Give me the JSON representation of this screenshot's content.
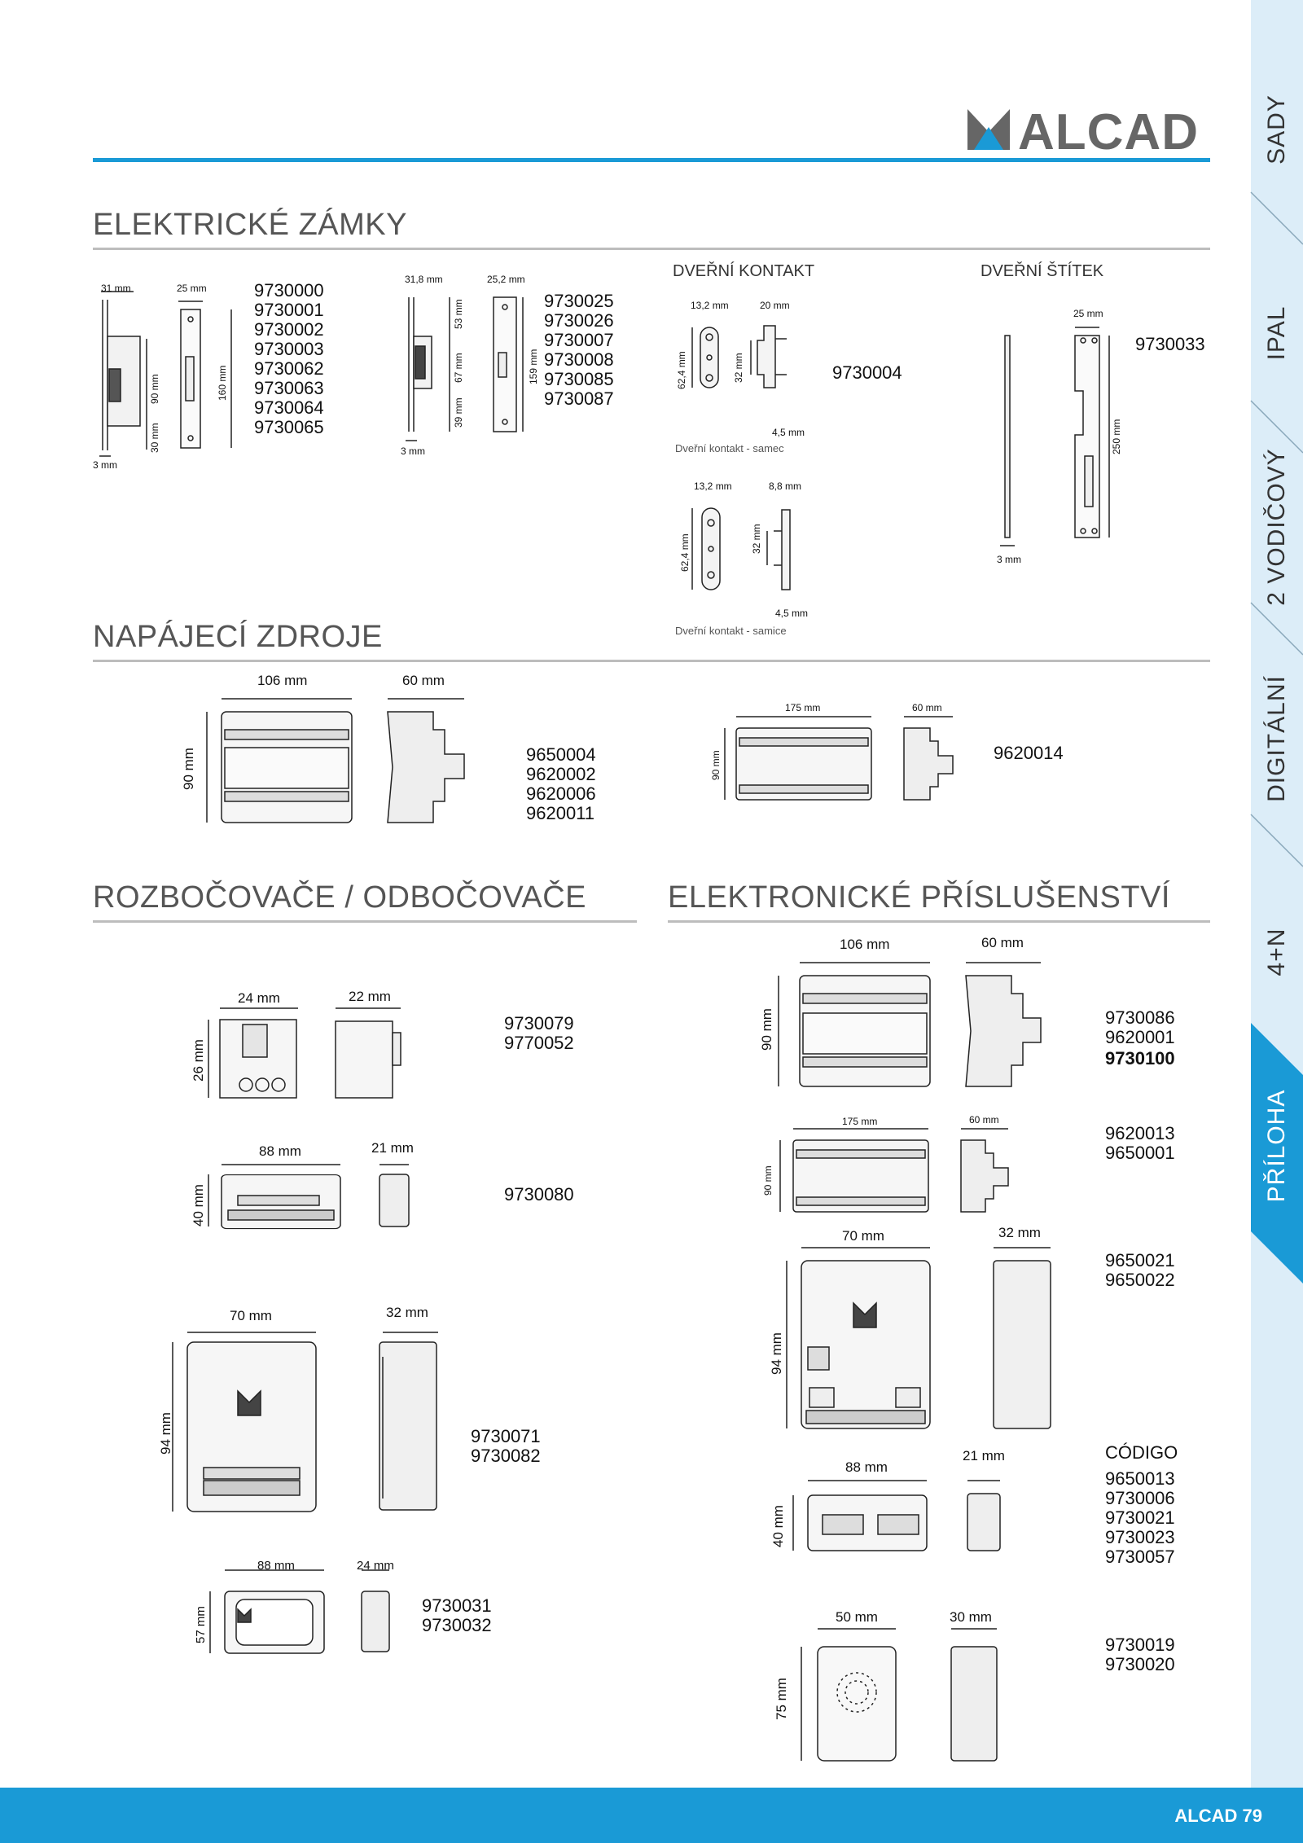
{
  "brand": {
    "logo_text": "ALCAD",
    "accent": "#1a9ad6",
    "tab_bg": "#dcedf8"
  },
  "tabs": [
    {
      "label": "SADY",
      "active": false
    },
    {
      "label": "IPAL",
      "active": false
    },
    {
      "label": "2 VODIČOVÝ",
      "active": false
    },
    {
      "label": "DIGITÁLNÍ",
      "active": false
    },
    {
      "label": "4+N",
      "active": false
    },
    {
      "label": "PŘÍLOHA",
      "active": true
    }
  ],
  "sections": {
    "locks": {
      "title": "ELEKTRICKÉ ZÁMKY",
      "lock1_codes": [
        "9730000",
        "9730001",
        "9730002",
        "9730003",
        "9730062",
        "9730063",
        "9730064",
        "9730065"
      ],
      "lock1_dims": [
        "31 mm",
        "25 mm",
        "90 mm",
        "160 mm",
        "30 mm",
        "3 mm"
      ],
      "lock2_codes": [
        "9730025",
        "9730026",
        "9730007",
        "9730008",
        "9730085",
        "9730087"
      ],
      "lock2_dims": [
        "31,8 mm",
        "25,2 mm",
        "53 mm",
        "67 mm",
        "159 mm",
        "39 mm",
        "3 mm"
      ],
      "door_contact": {
        "title": "DVEŘNÍ KONTAKT",
        "code": "9730004",
        "male_caption": "Dveřní kontakt - samec",
        "female_caption": "Dveřní kontakt - samice",
        "male_dims": [
          "13,2 mm",
          "20 mm",
          "62,4 mm",
          "32 mm",
          "4,5 mm"
        ],
        "female_dims": [
          "13,2 mm",
          "8,8 mm",
          "62,4 mm",
          "32 mm",
          "4,5 mm"
        ]
      },
      "strike_plate": {
        "title": "DVEŘNÍ ŠTÍTEK",
        "code": "9730033",
        "dims": [
          "25 mm",
          "250 mm",
          "3 mm"
        ]
      }
    },
    "power": {
      "title": "NAPÁJECÍ ZDROJE",
      "left_codes": [
        "9650004",
        "9620002",
        "9620006",
        "9620011"
      ],
      "left_dims": [
        "106 mm",
        "60 mm",
        "90 mm"
      ],
      "right_codes": [
        "9620014"
      ],
      "right_dims": [
        "175 mm",
        "60 mm",
        "90 mm"
      ]
    },
    "splitters": {
      "title": "ROZBOČOVAČE / ODBOČOVAČE",
      "item1": {
        "codes": [
          "9730079",
          "9770052"
        ],
        "dims": [
          "24 mm",
          "22 mm",
          "26 mm"
        ]
      },
      "item2": {
        "codes": [
          "9730080"
        ],
        "dims": [
          "88 mm",
          "21 mm",
          "40 mm"
        ]
      },
      "item3": {
        "codes": [
          "9730071",
          "9730082"
        ],
        "dims": [
          "70 mm",
          "32 mm",
          "94 mm"
        ]
      },
      "item4": {
        "codes": [
          "9730031",
          "9730032"
        ],
        "dims": [
          "88 mm",
          "24 mm",
          "57 mm"
        ]
      }
    },
    "accessories": {
      "title": "ELEKTRONICKÉ PŘÍSLUŠENSTVÍ",
      "item1": {
        "codes": [
          "9730086",
          "9620001",
          "9730100"
        ],
        "dims": [
          "106 mm",
          "60 mm",
          "90 mm"
        ]
      },
      "item2": {
        "codes": [
          "9620013",
          "9650001"
        ],
        "dims": [
          "175 mm",
          "60 mm",
          "90 mm"
        ]
      },
      "item3": {
        "codes": [
          "9650021",
          "9650022"
        ],
        "dims": [
          "70 mm",
          "32 mm",
          "94 mm"
        ]
      },
      "item4": {
        "header": "CÓDIGO",
        "codes": [
          "9650013",
          "9730006",
          "9730021",
          "9730023",
          "9730057"
        ],
        "dims": [
          "88 mm",
          "21 mm",
          "40 mm"
        ]
      },
      "item5": {
        "codes": [
          "9730019",
          "9730020"
        ],
        "dims": [
          "50 mm",
          "30 mm",
          "75 mm"
        ]
      }
    }
  },
  "footer": {
    "text": "ALCAD 79"
  }
}
